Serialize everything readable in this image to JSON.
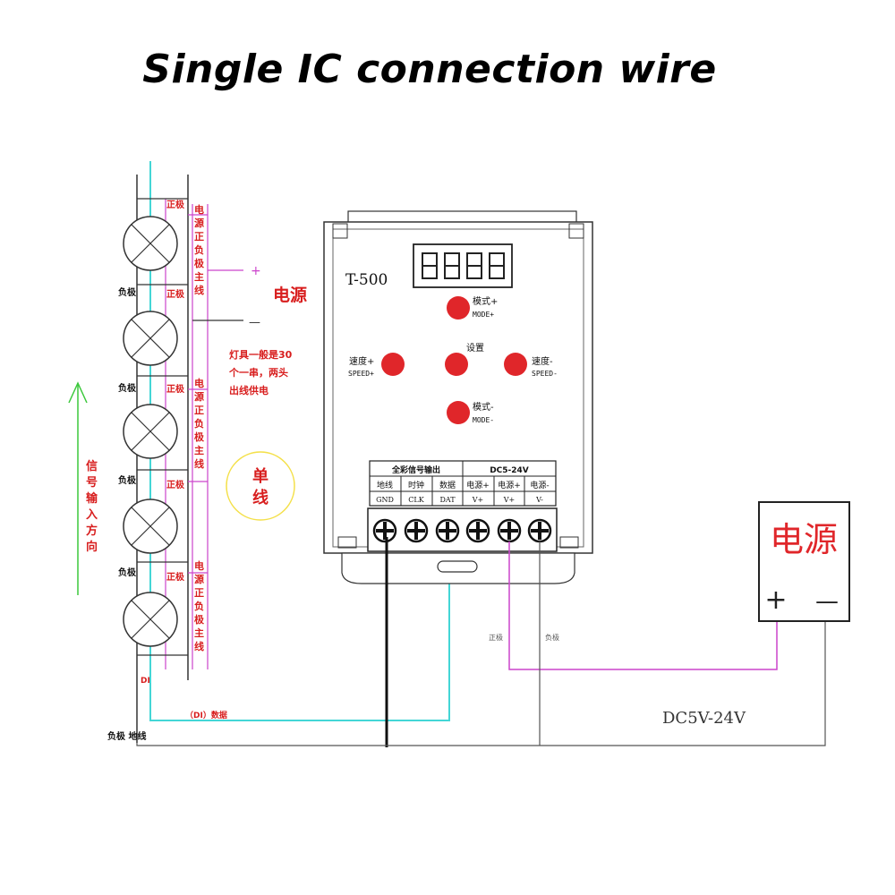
{
  "title": "Single IC connection wire",
  "lamp_labels": {
    "positive": "正极",
    "negative": "负极",
    "busbar": "电源正负极主线",
    "di": "DI",
    "signal_direction": "信号输入方向"
  },
  "power_side": {
    "label": "电源",
    "plus": "+",
    "minus": "—",
    "note_line1": "灯具一般是30",
    "note_line2": "个一串，两头",
    "note_line3": "出线供电",
    "single_wire": "单线"
  },
  "controller": {
    "model": "T-500",
    "buttons": {
      "mode_plus_cn": "模式+",
      "mode_plus_en": "MODE+",
      "set_cn": "设置",
      "speed_plus_cn": "速度+",
      "speed_plus_en": "SPEED+",
      "speed_minus_cn": "速度-",
      "speed_minus_en": "SPEED-",
      "mode_minus_cn": "模式-",
      "mode_minus_en": "MODE-"
    },
    "terminal_header_left": "全彩信号输出",
    "terminal_header_right": "DC5-24V",
    "terminals_cn": [
      "地线",
      "时钟",
      "数据",
      "电源+",
      "电源+",
      "电源-"
    ],
    "terminals_en": [
      "GND",
      "CLK",
      "DAT",
      "V+",
      "V+",
      "V-"
    ]
  },
  "psu": {
    "label": "电源",
    "plus": "+",
    "minus": "—"
  },
  "wire_labels": {
    "positive": "正极",
    "negative": "负极",
    "data": "（DI）数据",
    "ground": "负极  地线",
    "voltage": "DC5V-24V"
  },
  "colors": {
    "red_text": "#d81e1e",
    "button_red": "#e0262a",
    "magenta_wire": "#cc44cc",
    "cyan_wire": "#44d6d6",
    "green_arrow": "#3cc83c",
    "yellow_circle": "#f4e04a"
  }
}
